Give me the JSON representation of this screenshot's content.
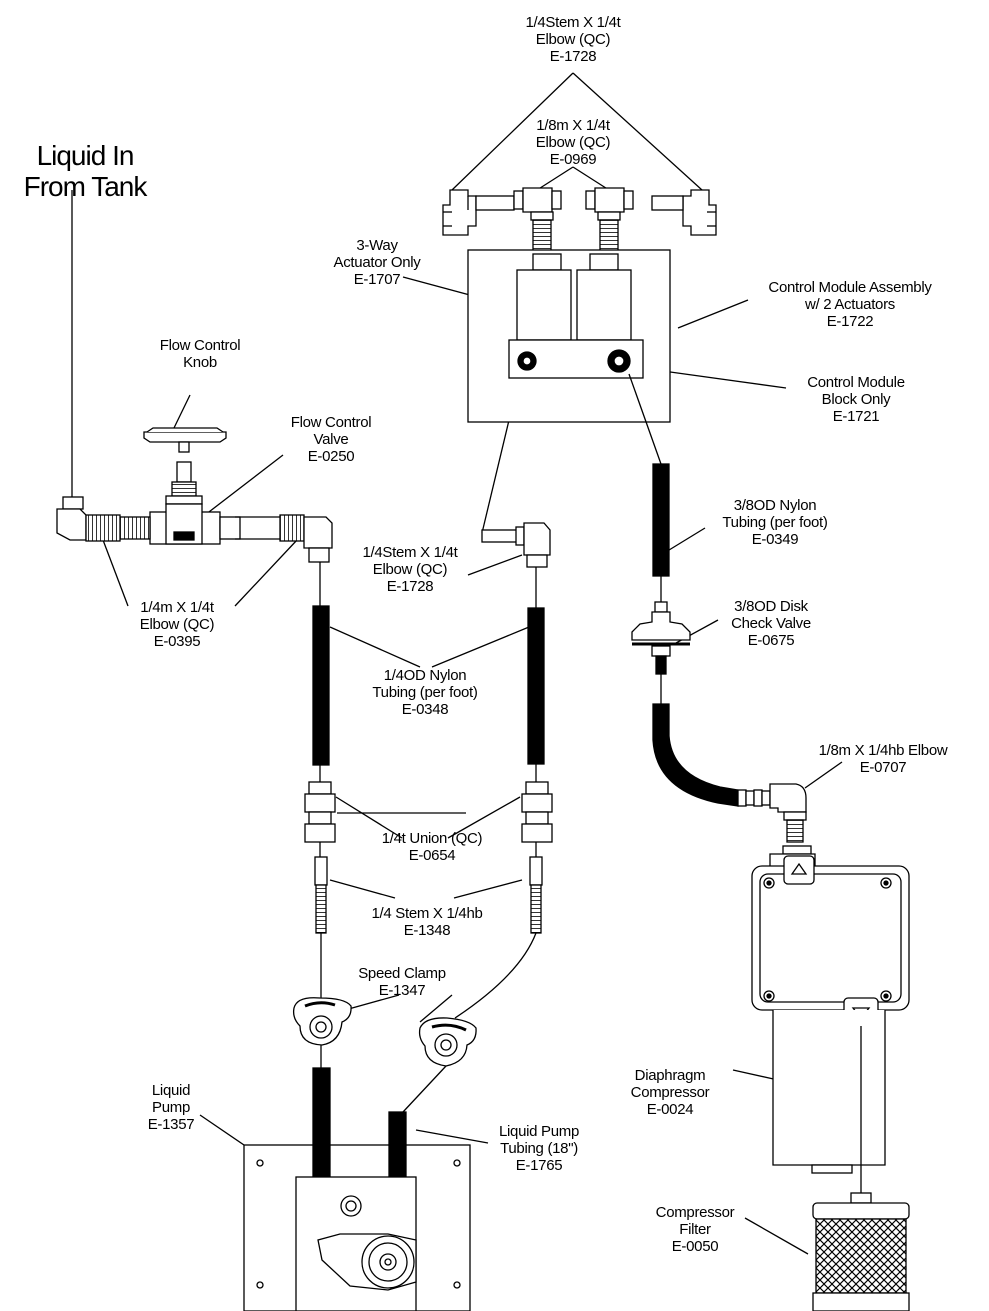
{
  "title": {
    "line1": "Liquid In",
    "line2": "From Tank"
  },
  "labels": {
    "elbow_top": {
      "line1": "1/4Stem X 1/4t",
      "line2": "Elbow (QC)",
      "line3": "E-1728"
    },
    "elbow_18m": {
      "line1": "1/8m X 1/4t",
      "line2": "Elbow (QC)",
      "line3": "E-0969"
    },
    "actuator": {
      "line1": "3-Way",
      "line2": "Actuator Only",
      "line3": "E-1707"
    },
    "control_module": {
      "line1": "Control Module Assembly",
      "line2": "w/ 2 Actuators",
      "line3": "E-1722"
    },
    "block": {
      "line1": "Control Module",
      "line2": "Block Only",
      "line3": "E-1721"
    },
    "knob": {
      "line1": "Flow Control",
      "line2": "Knob"
    },
    "valve": {
      "line1": "Flow Control",
      "line2": "Valve",
      "line3": "E-0250"
    },
    "elbow_mid": {
      "line1": "1/4Stem X 1/4t",
      "line2": "Elbow (QC)",
      "line3": "E-1728"
    },
    "nylon_38": {
      "line1": "3/8OD Nylon",
      "line2": "Tubing (per foot)",
      "line3": "E-0349"
    },
    "check_valve": {
      "line1": "3/8OD Disk",
      "line2": "Check Valve",
      "line3": "E-0675"
    },
    "elbow_14m": {
      "line1": "1/4m X 1/4t",
      "line2": "Elbow (QC)",
      "line3": "E-0395"
    },
    "nylon_14": {
      "line1": "1/4OD Nylon",
      "line2": "Tubing (per foot)",
      "line3": "E-0348"
    },
    "elbow_hb": {
      "line1": "1/8m X 1/4hb Elbow",
      "line2": "E-0707"
    },
    "union": {
      "line1": "1/4t Union (QC)",
      "line2": "E-0654"
    },
    "stem_hb": {
      "line1": "1/4 Stem X 1/4hb",
      "line2": "E-1348"
    },
    "speed_clamp": {
      "line1": "Speed Clamp",
      "line2": "E-1347"
    },
    "pump": {
      "line1": "Liquid",
      "line2": "Pump",
      "line3": "E-1357"
    },
    "pump_tubing": {
      "line1": "Liquid Pump",
      "line2": "Tubing (18\")",
      "line3": "E-1765"
    },
    "compressor": {
      "line1": "Diaphragm",
      "line2": "Compressor",
      "line3": "E-0024"
    },
    "filter": {
      "line1": "Compressor",
      "line2": "Filter",
      "line3": "E-0050"
    }
  }
}
